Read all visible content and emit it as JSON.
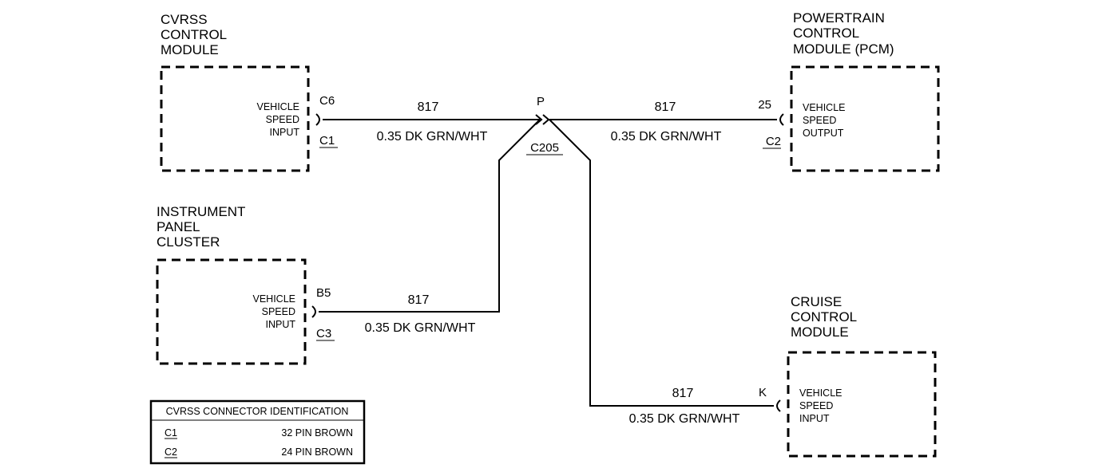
{
  "modules": {
    "cvrss": {
      "title": [
        "CVRSS",
        "CONTROL",
        "MODULE"
      ],
      "inner": [
        "VEHICLE",
        "SPEED",
        "INPUT"
      ],
      "pin": "C6",
      "connector": "C1"
    },
    "pcm": {
      "title": [
        "POWERTRAIN",
        "CONTROL",
        "MODULE (PCM)"
      ],
      "inner": [
        "VEHICLE",
        "SPEED",
        "OUTPUT"
      ],
      "pin": "25",
      "connector": "C2"
    },
    "ipc": {
      "title": [
        "INSTRUMENT",
        "PANEL",
        "CLUSTER"
      ],
      "inner": [
        "VEHICLE",
        "SPEED",
        "INPUT"
      ],
      "pin": "B5",
      "connector": "C3"
    },
    "cruise": {
      "title": [
        "CRUISE",
        "CONTROL",
        "MODULE"
      ],
      "inner": [
        "VEHICLE",
        "SPEED",
        "INPUT"
      ],
      "pin": "K"
    }
  },
  "splice": {
    "pin": "P",
    "connector": "C205"
  },
  "wires": {
    "cvrss": {
      "circuit": "817",
      "spec": "0.35 DK GRN/WHT"
    },
    "pcm": {
      "circuit": "817",
      "spec": "0.35 DK GRN/WHT"
    },
    "ipc": {
      "circuit": "817",
      "spec": "0.35 DK GRN/WHT"
    },
    "cruise": {
      "circuit": "817",
      "spec": "0.35 DK GRN/WHT"
    }
  },
  "legend": {
    "title": "CVRSS CONNECTOR IDENTIFICATION",
    "rows": [
      {
        "id": "C1",
        "desc": "32 PIN BROWN"
      },
      {
        "id": "C2",
        "desc": "24 PIN BROWN"
      }
    ]
  }
}
